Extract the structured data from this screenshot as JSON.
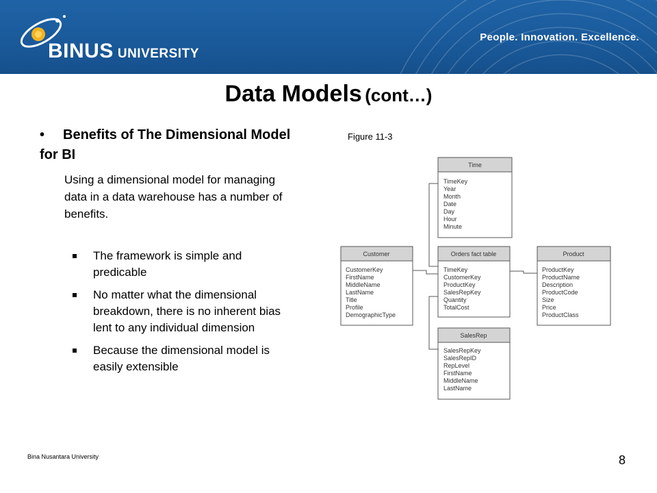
{
  "header": {
    "logo_name": "BINUS",
    "logo_suffix": "UNIVERSITY",
    "tagline": "People. Innovation. Excellence."
  },
  "slide": {
    "title": "Data Models",
    "title_suffix": "(cont…)",
    "bullet_heading": "Benefits of The Dimensional Model for BI",
    "paragraph": "Using a dimensional model for managing data in a data warehouse has a number of benefits.",
    "sub_bullets": [
      "The framework is simple and predicable",
      "No matter what the dimensional breakdown, there is no inherent bias lent to any individual dimension",
      "Because the dimensional model is easily extensible"
    ],
    "figure_label": "Figure 11-3"
  },
  "diagram": {
    "tables": [
      {
        "name": "Time",
        "fields": [
          "TimeKey",
          "Year",
          "Month",
          "Date",
          "Day",
          "Hour",
          "Minute"
        ]
      },
      {
        "name": "Customer",
        "fields": [
          "CustomerKey",
          "FirstName",
          "MiddleName",
          "LastName",
          "Title",
          "Profile",
          "DemographicType"
        ]
      },
      {
        "name": "Orders fact table",
        "fields": [
          "TimeKey",
          "CustomerKey",
          "ProductKey",
          "SalesRepKey",
          "Quantity",
          "TotalCost"
        ]
      },
      {
        "name": "Product",
        "fields": [
          "ProductKey",
          "ProductName",
          "Description",
          "ProductCode",
          "Size",
          "Price",
          "ProductClass"
        ]
      },
      {
        "name": "SalesRep",
        "fields": [
          "SalesRepKey",
          "SalesRepID",
          "RepLevel",
          "FirstName",
          "MiddleName",
          "LastName"
        ]
      }
    ]
  },
  "footer": {
    "organization": "Bina Nusantara University",
    "page": "8"
  }
}
